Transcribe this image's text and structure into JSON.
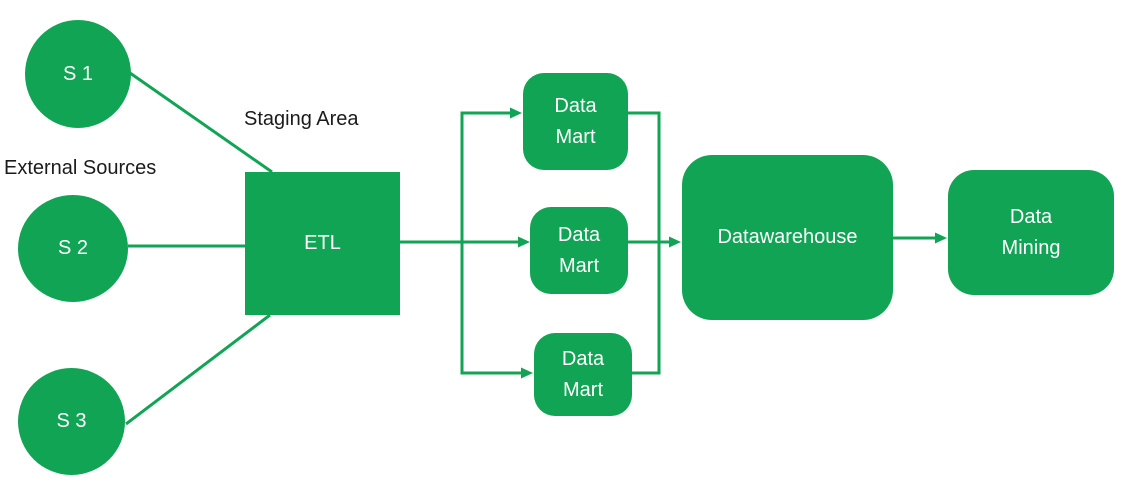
{
  "colors": {
    "green": "#12A455",
    "text_dark": "#1B1B1B",
    "text_light": "#FFFFFF",
    "bg": "#FFFFFF"
  },
  "annotations": {
    "external_sources": "External Sources",
    "staging_area": "Staging Area"
  },
  "nodes": {
    "s1": {
      "label": "S 1"
    },
    "s2": {
      "label": "S 2"
    },
    "s3": {
      "label": "S 3"
    },
    "etl": {
      "label": "ETL"
    },
    "data_mart_1": {
      "line1": "Data",
      "line2": "Mart"
    },
    "data_mart_2": {
      "line1": "Data",
      "line2": "Mart"
    },
    "data_mart_3": {
      "line1": "Data",
      "line2": "Mart"
    },
    "datawarehouse": {
      "label": "Datawarehouse"
    },
    "data_mining": {
      "line1": "Data",
      "line2": "Mining"
    }
  },
  "edges": [
    {
      "from": "s1",
      "to": "etl",
      "arrow": false
    },
    {
      "from": "s2",
      "to": "etl",
      "arrow": false
    },
    {
      "from": "s3",
      "to": "etl",
      "arrow": false
    },
    {
      "from": "etl",
      "to": "data_mart_1",
      "arrow": true
    },
    {
      "from": "etl",
      "to": "data_mart_2",
      "arrow": true
    },
    {
      "from": "etl",
      "to": "data_mart_3",
      "arrow": true
    },
    {
      "from": "data_mart_1",
      "to": "datawarehouse",
      "arrow": false
    },
    {
      "from": "data_mart_2",
      "to": "datawarehouse",
      "arrow": true
    },
    {
      "from": "data_mart_3",
      "to": "datawarehouse",
      "arrow": false
    },
    {
      "from": "datawarehouse",
      "to": "data_mining",
      "arrow": true
    }
  ]
}
